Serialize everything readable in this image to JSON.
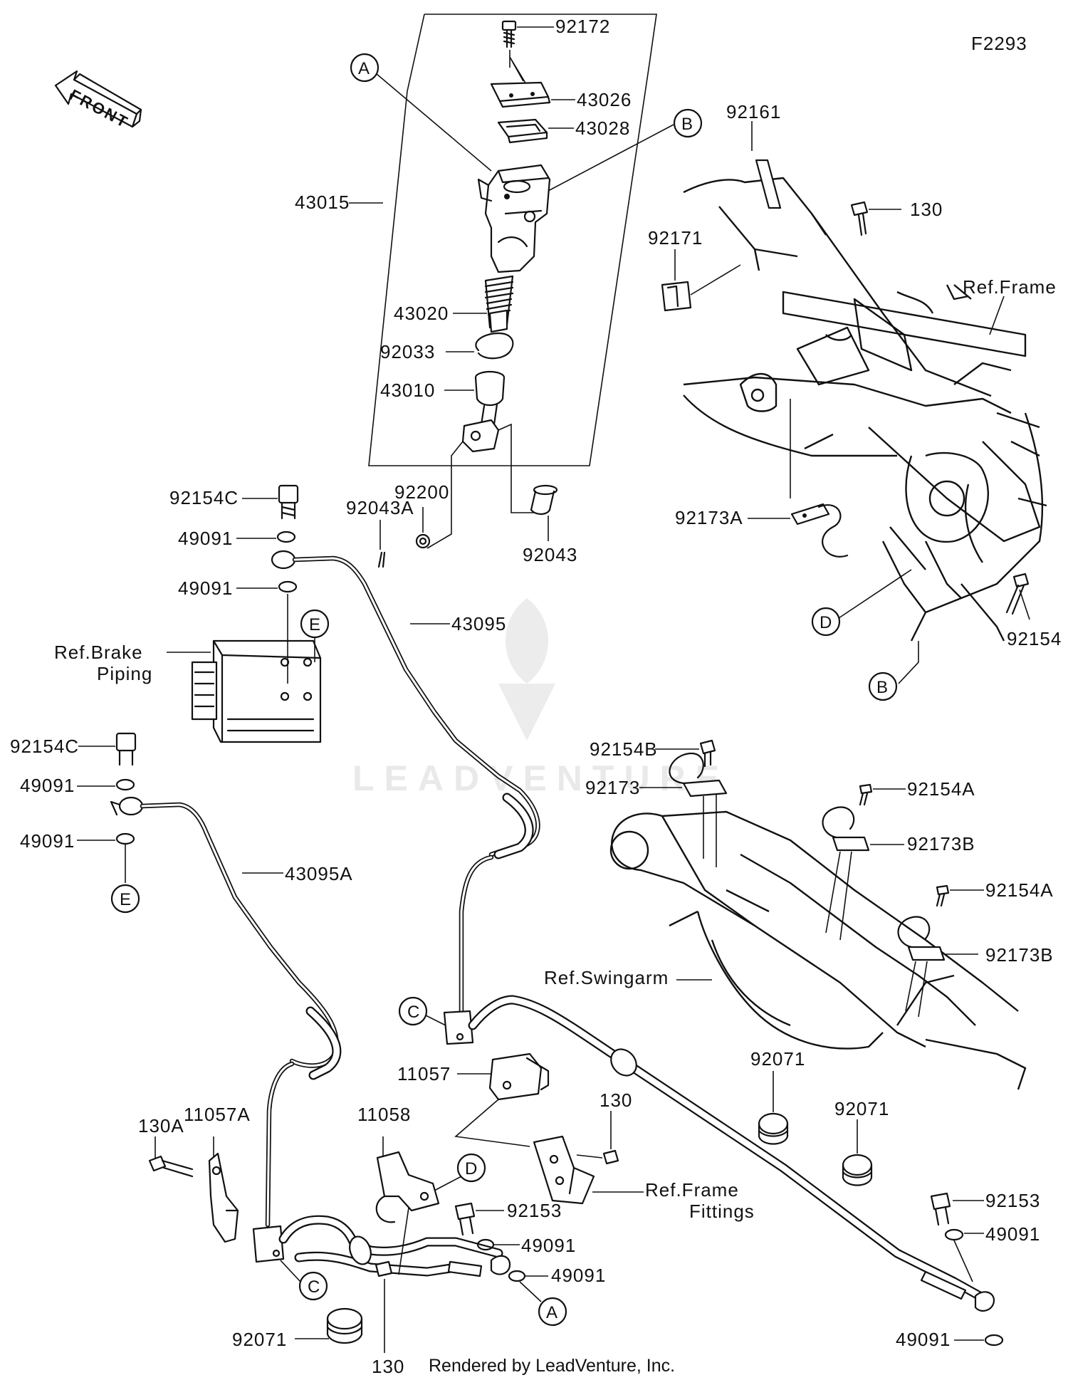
{
  "figure_code": "F2293",
  "front_label": "FRONT",
  "footer": "Rendered by LeadVenture, Inc.",
  "watermark": "LEADVENTURE",
  "callouts": {
    "c92172": "92172",
    "c43026": "43026",
    "c43028": "43028",
    "c43015": "43015",
    "c43020": "43020",
    "c92033": "92033",
    "c43010": "43010",
    "c92200": "92200",
    "c92043A": "92043A",
    "c92043": "92043",
    "c92161": "92161",
    "c130_top": "130",
    "c92171": "92171",
    "c92173A": "92173A",
    "c92154": "92154",
    "c92154C_a": "92154C",
    "c49091_a": "49091",
    "c49091_b": "49091",
    "c43095": "43095",
    "c92154C_b": "92154C",
    "c49091_c": "49091",
    "c49091_d": "49091",
    "c43095A": "43095A",
    "c92154B": "92154B",
    "c92173": "92173",
    "c92154A_a": "92154A",
    "c92173B_a": "92173B",
    "c92154A_b": "92154A",
    "c92173B_b": "92173B",
    "c11057": "11057",
    "c130_mid": "130",
    "c92071_a": "92071",
    "c92071_b": "92071",
    "c11058": "11058",
    "c11057A": "11057A",
    "c130A": "130A",
    "c92153_a": "92153",
    "c49091_e": "49091",
    "c49091_f": "49091",
    "c92153_b": "92153",
    "c49091_g": "49091",
    "c49091_h": "49091",
    "c92071_c": "92071",
    "c130_bot": "130"
  },
  "refs": {
    "frame": "Ref.Frame",
    "brake_piping_1": "Ref.Brake",
    "brake_piping_2": "Piping",
    "swingarm": "Ref.Swingarm",
    "frame_fittings_1": "Ref.Frame",
    "frame_fittings_2": "Fittings"
  },
  "circle_markers": {
    "A1": "A",
    "B1": "B",
    "B2": "B",
    "D1": "D",
    "E1": "E",
    "E2": "E",
    "C1": "C",
    "C2": "C",
    "D2": "D",
    "A2": "A"
  }
}
